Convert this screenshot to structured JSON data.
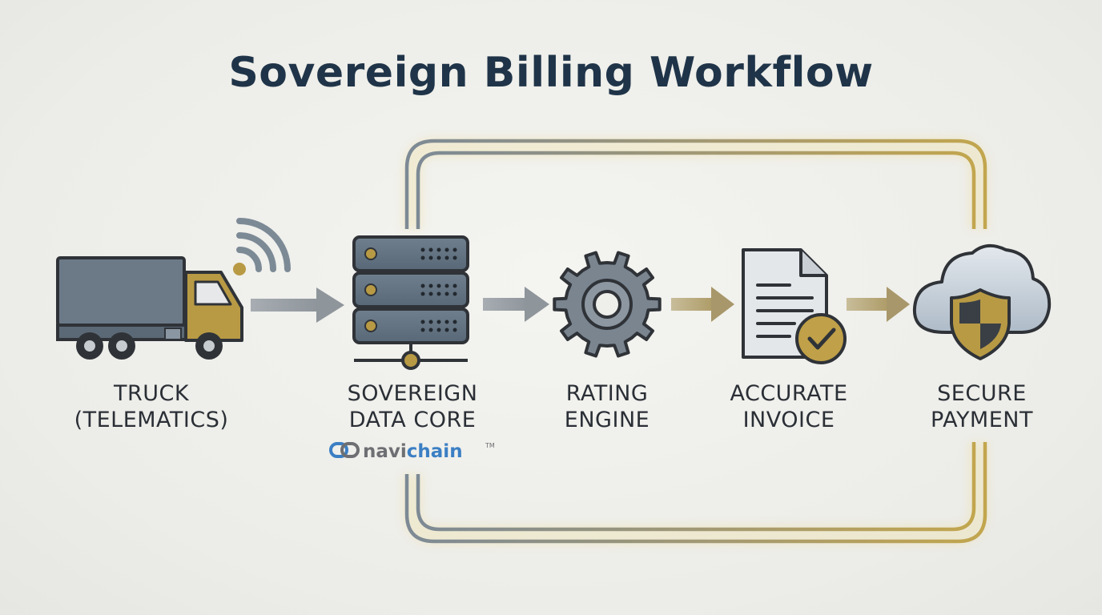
{
  "title": "Sovereign Billing Workflow",
  "steps": [
    {
      "line1": "TRUCK",
      "line2": "(TELEMATICS)",
      "icon": "truck-icon"
    },
    {
      "line1": "SOVEREIGN",
      "line2": "DATA CORE",
      "icon": "server-icon"
    },
    {
      "line1": "RATING",
      "line2": "ENGINE",
      "icon": "gear-icon"
    },
    {
      "line1": "ACCURATE",
      "line2": "INVOICE",
      "icon": "invoice-icon"
    },
    {
      "line1": "SECURE",
      "line2": "PAYMENT",
      "icon": "cloud-shield-icon"
    }
  ],
  "brand": {
    "prefix": "navi",
    "suffix": "chain",
    "tm": "TM"
  },
  "colors": {
    "gold": "#b8a062",
    "steel": "#7c8a96",
    "dark": "#3a3f45",
    "title": "#1f3448",
    "blue": "#3b7fc4"
  }
}
